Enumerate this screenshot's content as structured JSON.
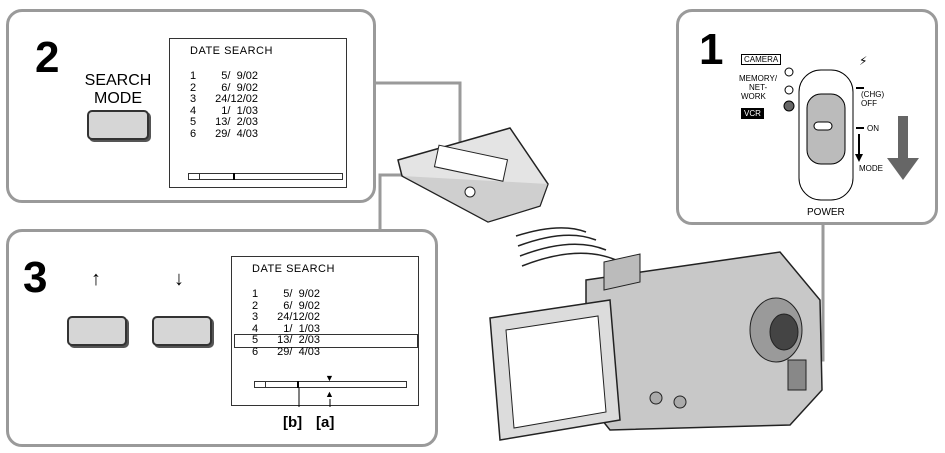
{
  "steps": {
    "step1": {
      "number": "1",
      "labels": {
        "camera": "CAMERA",
        "memory": "MEMORY/",
        "net": "NET-",
        "work": "WORK",
        "vcr": "VCR",
        "chg": "(CHG)",
        "off": "OFF",
        "on": "ON",
        "mode": "MODE",
        "power": "POWER"
      }
    },
    "step2": {
      "number": "2",
      "button_label_line1": "SEARCH",
      "button_label_line2": "MODE",
      "screen": {
        "title": "DATE  SEARCH",
        "entries": [
          {
            "n": "1",
            "date": "5/  9/02"
          },
          {
            "n": "2",
            "date": "6/  9/02"
          },
          {
            "n": "3",
            "date": "24/12/02"
          },
          {
            "n": "4",
            "date": "1/  1/03"
          },
          {
            "n": "5",
            "date": "13/  2/03"
          },
          {
            "n": "6",
            "date": "29/  4/03"
          }
        ]
      }
    },
    "step3": {
      "number": "3",
      "up_arrow": "↑",
      "down_arrow": "↓",
      "screen": {
        "title": "DATE  SEARCH",
        "entries": [
          {
            "n": "1",
            "date": "5/  9/02"
          },
          {
            "n": "2",
            "date": "6/  9/02"
          },
          {
            "n": "3",
            "date": "24/12/02"
          },
          {
            "n": "4",
            "date": "1/  1/03"
          },
          {
            "n": "5",
            "date": "13/  2/03"
          },
          {
            "n": "6",
            "date": "29/  4/03"
          }
        ],
        "selected_index": 4
      },
      "marker_b": "[b]",
      "marker_a": "[a]"
    }
  }
}
